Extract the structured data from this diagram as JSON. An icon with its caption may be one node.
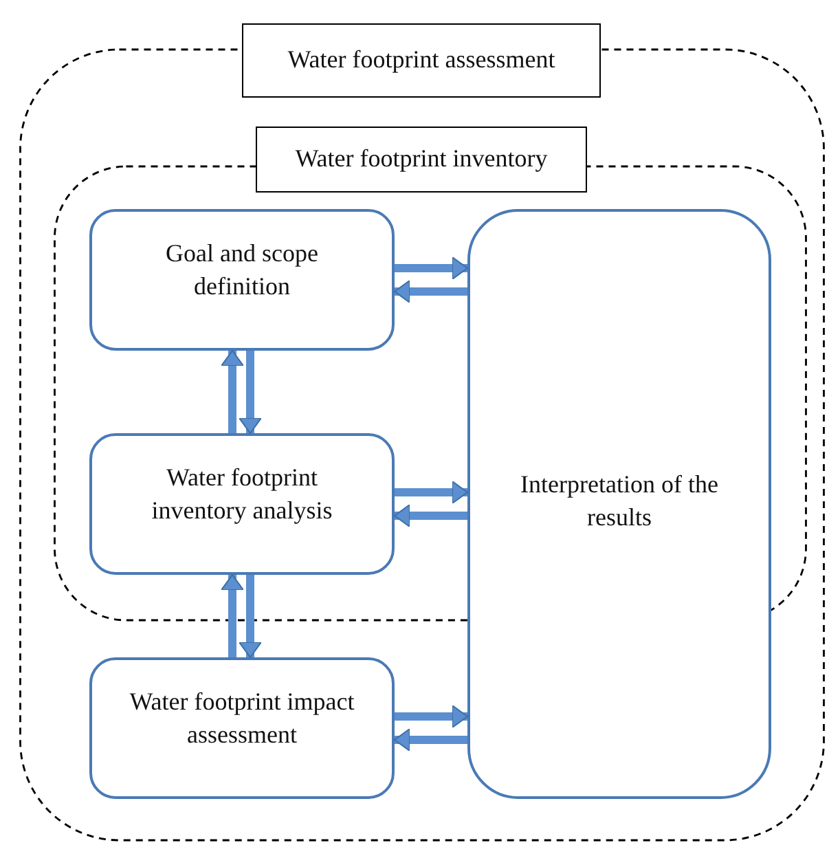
{
  "diagram": {
    "nodes": [
      {
        "text": [
          "Water footprint assessment"
        ]
      },
      {
        "text": [
          "Water footprint inventory"
        ],
        "in": 0
      },
      {
        "text": [
          "Goal and scope definition"
        ],
        "in": 1
      },
      {
        "text": [
          "Water footprint inventory analysis"
        ],
        "in": 1
      },
      {
        "text": [
          "Water footprint impact assessment"
        ],
        "in": 0
      },
      {
        "text": [
          "Interpretation of the results"
        ],
        "in": 0
      }
    ],
    "edges": [
      {
        "from": 2,
        "to": 5,
        "arrow": "to"
      },
      {
        "from": 5,
        "to": 2,
        "arrow": "to"
      },
      {
        "from": 3,
        "to": 2,
        "arrow": "to"
      },
      {
        "from": 2,
        "to": 3,
        "arrow": "to"
      },
      {
        "from": 3,
        "to": 5,
        "arrow": "to"
      },
      {
        "from": 5,
        "to": 3,
        "arrow": "to"
      },
      {
        "from": 4,
        "to": 3,
        "arrow": "to"
      },
      {
        "from": 3,
        "to": 4,
        "arrow": "to"
      },
      {
        "from": 4,
        "to": 5,
        "arrow": "to"
      },
      {
        "from": 5,
        "to": 4,
        "arrow": "to"
      }
    ]
  }
}
